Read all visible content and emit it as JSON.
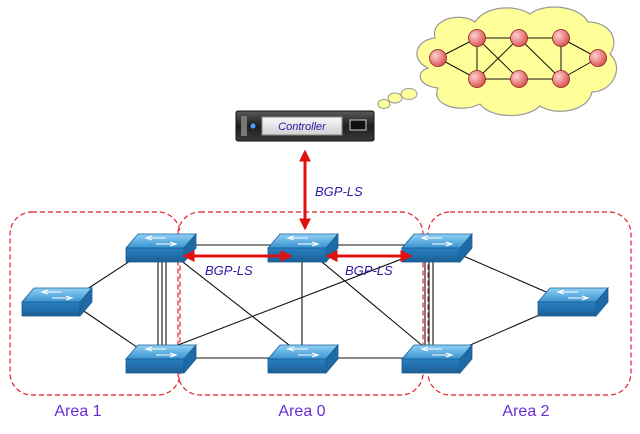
{
  "controller": {
    "label": "Controller"
  },
  "protocol_labels": {
    "vertical": "BGP-LS",
    "left": "BGP-LS",
    "right": "BGP-LS"
  },
  "areas": [
    {
      "id": "area1",
      "label": "Area 1"
    },
    {
      "id": "area0",
      "label": "Area 0"
    },
    {
      "id": "area2",
      "label": "Area 2"
    }
  ],
  "colors": {
    "area_border": "#e0202a",
    "bgp_ls_arrow": "#e01010",
    "link": "#111111",
    "switch_blue": "#2a86c8",
    "cloud": "#ffff99",
    "cloud_node": "#e87878",
    "area_label": "#6a2bd6",
    "proto_label": "#2a1aa8"
  }
}
